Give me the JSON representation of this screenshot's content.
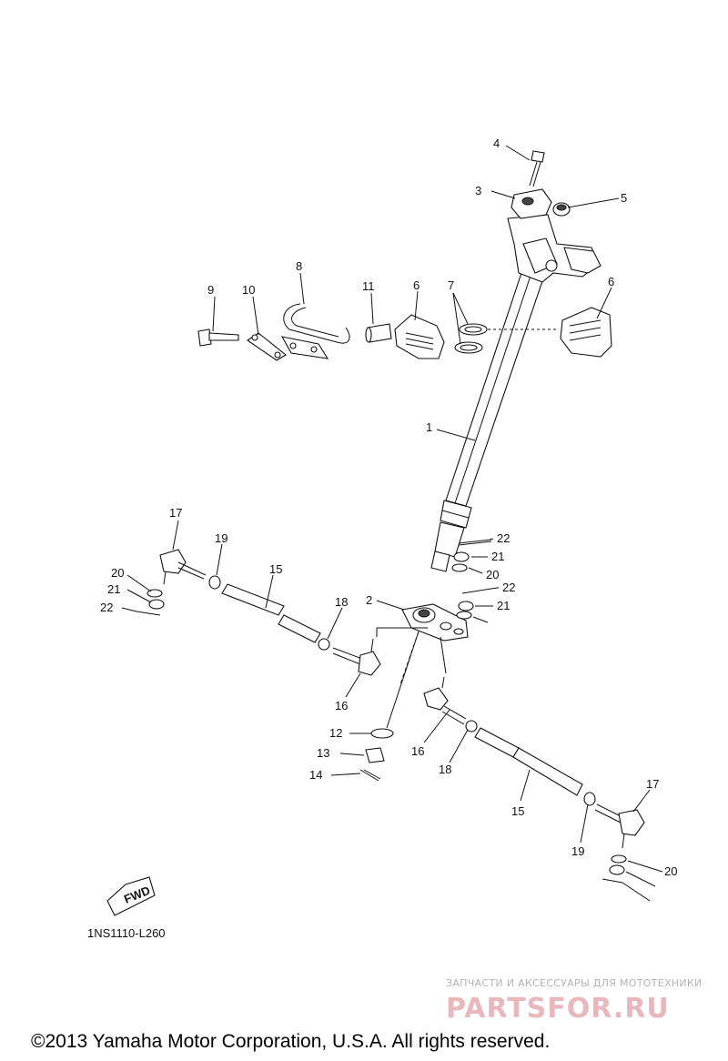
{
  "callouts": [
    "1",
    "2",
    "3",
    "4",
    "5",
    "6",
    "6",
    "7",
    "8",
    "9",
    "10",
    "11",
    "12",
    "13",
    "14",
    "15",
    "15",
    "16",
    "16",
    "17",
    "17",
    "18",
    "18",
    "19",
    "19",
    "20",
    "20",
    "20",
    "21",
    "21",
    "21",
    "22",
    "22",
    "22"
  ],
  "diagram_code": "1NS1110-L260",
  "fwd_label": "FWD",
  "watermark": {
    "tagline": "ЗАПЧАСТИ И АКСЕССУАРЫ ДЛЯ МОТОТЕХНИКИ",
    "site": "PARTSFOR.RU"
  },
  "copyright": "©2013 Yamaha Motor Corporation, U.S.A. All rights reserved."
}
